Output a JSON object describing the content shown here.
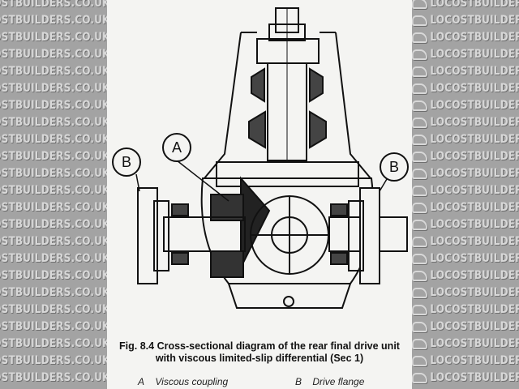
{
  "watermark": {
    "text": "LOCOSTBUILDERS.CO.UK"
  },
  "figure": {
    "caption_line1": "Fig. 8.4 Cross-sectional diagram of the rear final drive unit",
    "caption_line2": "with viscous limited-slip differential (Sec 1)",
    "legend": [
      {
        "key": "A",
        "label": "Viscous coupling"
      },
      {
        "key": "B",
        "label": "Drive flange"
      }
    ],
    "callouts": {
      "a": "A",
      "b_left": "B",
      "b_right": "B"
    }
  }
}
